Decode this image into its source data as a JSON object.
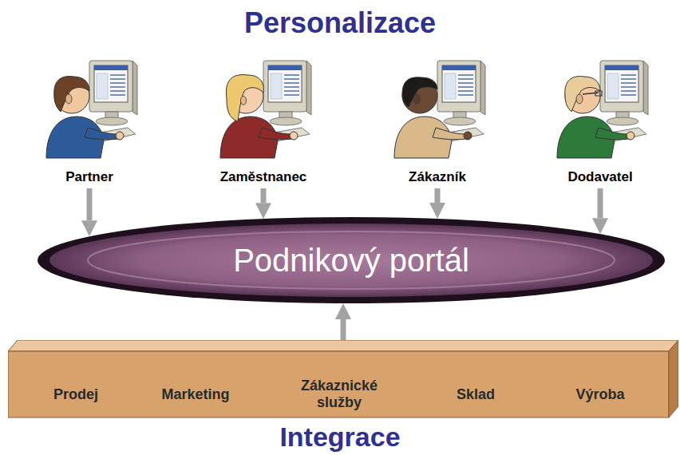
{
  "diagram": {
    "title": "Personalizace",
    "caption": "Integrace",
    "nodes": [
      {
        "text": [
          "Partner"
        ]
      },
      {
        "text": [
          "Zaměstnanec"
        ]
      },
      {
        "text": [
          "Zákazník"
        ]
      },
      {
        "text": [
          "Dodavatel"
        ]
      },
      {
        "text": [
          "Podnikový portál"
        ]
      },
      {
        "text": [
          "Prodej",
          "Marketing",
          "Zákaznické služby",
          "Sklad",
          "Výroba"
        ]
      }
    ],
    "edges": [
      {
        "from": 0,
        "to": 4,
        "arrow": "to"
      },
      {
        "from": 1,
        "to": 4,
        "arrow": "to"
      },
      {
        "from": 2,
        "to": 4,
        "arrow": "to"
      },
      {
        "from": 3,
        "to": 4,
        "arrow": "to"
      },
      {
        "from": 5,
        "to": 4,
        "arrow": "to"
      }
    ]
  }
}
